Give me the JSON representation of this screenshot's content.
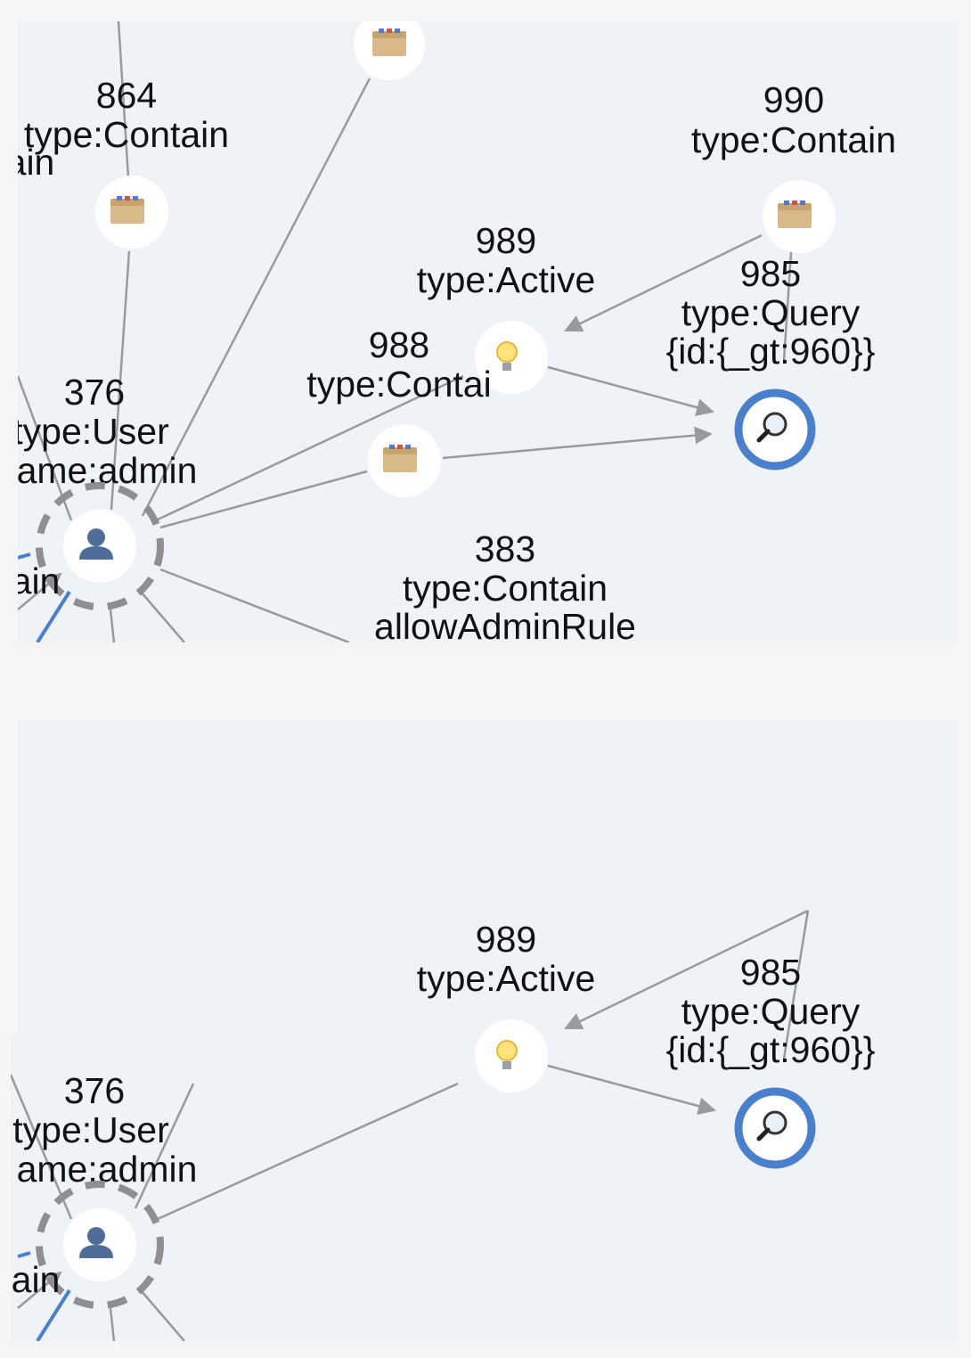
{
  "graph_top": {
    "nodes": [
      {
        "id": "864",
        "lines": [
          "864",
          "type:Contain"
        ],
        "icon": "file-box-icon"
      },
      {
        "id": "990",
        "lines": [
          "990",
          "type:Contain"
        ],
        "icon": "file-box-icon"
      },
      {
        "id": "989",
        "lines": [
          "989",
          "type:Active"
        ],
        "icon": "lightbulb-icon"
      },
      {
        "id": "985",
        "lines": [
          "985",
          "type:Query",
          "{id:{_gt:960}}"
        ],
        "icon": "magnifier-icon"
      },
      {
        "id": "988",
        "lines": [
          "988",
          "type:Contai"
        ],
        "icon": "file-box-icon"
      },
      {
        "id": "376",
        "lines": [
          "376",
          "type:User",
          "ame:admin"
        ],
        "icon": "user-icon"
      },
      {
        "id": "383",
        "lines": [
          "383",
          "type:Contain",
          "allowAdminRule"
        ],
        "icon": ""
      }
    ],
    "fragments": [
      "ain",
      "ain"
    ]
  },
  "graph_bottom": {
    "nodes": [
      {
        "id": "989",
        "lines": [
          "989",
          "type:Active"
        ],
        "icon": "lightbulb-icon"
      },
      {
        "id": "985",
        "lines": [
          "985",
          "type:Query",
          "{id:{_gt:960}}"
        ],
        "icon": "magnifier-icon"
      },
      {
        "id": "376",
        "lines": [
          "376",
          "type:User",
          "ame:admin"
        ],
        "icon": "user-icon"
      }
    ],
    "fragments": [
      "ain"
    ]
  },
  "colors": {
    "panel": "#eff2f7",
    "edge": "#9a9a9a",
    "query_ring": "#4a7fcb",
    "user_ring": "#8f8f8f"
  }
}
